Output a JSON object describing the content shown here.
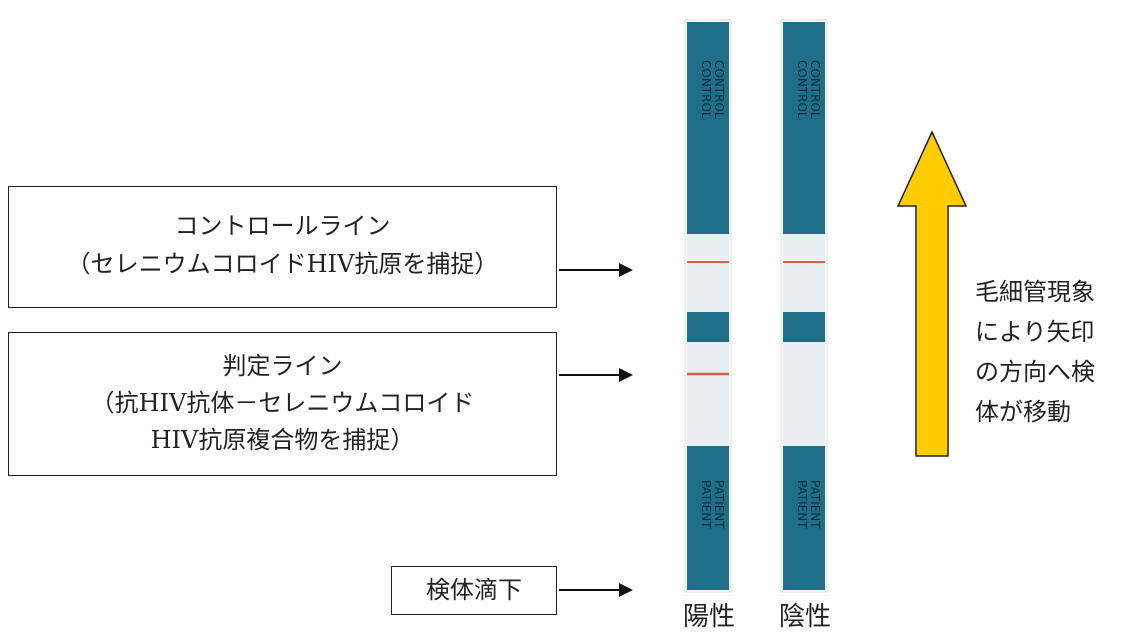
{
  "boxes": {
    "control": {
      "lines": [
        "コントロールライン",
        "（セレニウムコロイドHIV抗原を捕捉）"
      ]
    },
    "test": {
      "lines": [
        "判定ライン",
        "（抗HIV抗体－セレニウムコロイド",
        "HIV抗原複合物を捕捉）"
      ]
    },
    "sample": {
      "lines": [
        "検体滴下"
      ]
    }
  },
  "strips": {
    "positive": {
      "label": "陽性",
      "top_text": "CONTROL",
      "bottom_text": "PATIENT",
      "control_line": true,
      "test_line": true
    },
    "negative": {
      "label": "陰性",
      "top_text": "CONTROL",
      "bottom_text": "PATIENT",
      "control_line": true,
      "test_line": false
    }
  },
  "flow_text": {
    "lines": [
      "毛細管現象",
      "により矢印",
      "の方向へ検",
      "体が移動"
    ]
  },
  "colors": {
    "strip_blue": "#1f6f8b",
    "strip_light": "#e9eef1",
    "reaction_line": "#d2604a",
    "flow_arrow": "#ffcc00",
    "flow_arrow_border": "#222222"
  }
}
